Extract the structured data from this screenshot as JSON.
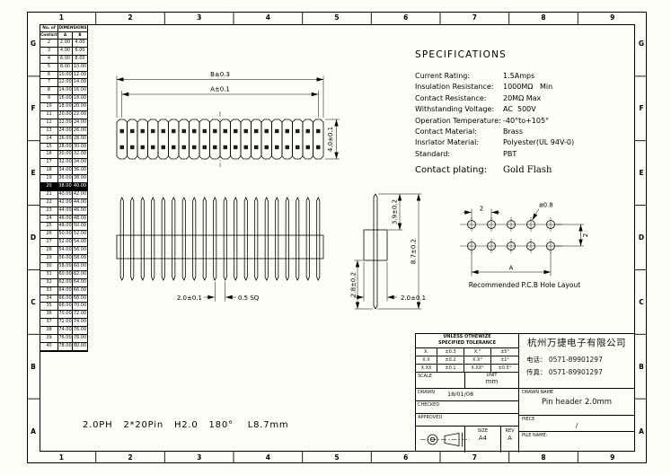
{
  "grid": {
    "columns": [
      "1",
      "2",
      "3",
      "4",
      "5",
      "6",
      "7",
      "8",
      "9"
    ],
    "rows": [
      "G",
      "F",
      "E",
      "D",
      "C",
      "B",
      "A"
    ]
  },
  "dim_table": {
    "header": {
      "col1_line1": "No. of",
      "col1_line2": "Contact",
      "span": "DIMENSIONS",
      "a": "A",
      "b": "B"
    },
    "highlighted_contact": "20",
    "rows": [
      [
        "2",
        "2.00",
        "4.00"
      ],
      [
        "3",
        "4.00",
        "6.00"
      ],
      [
        "4",
        "6.00",
        "8.00"
      ],
      [
        "5",
        "8.00",
        "10.00"
      ],
      [
        "6",
        "10.00",
        "12.00"
      ],
      [
        "7",
        "12.00",
        "14.00"
      ],
      [
        "8",
        "14.00",
        "16.00"
      ],
      [
        "9",
        "16.00",
        "18.00"
      ],
      [
        "10",
        "18.00",
        "20.00"
      ],
      [
        "11",
        "20.00",
        "22.00"
      ],
      [
        "12",
        "22.00",
        "24.00"
      ],
      [
        "13",
        "24.00",
        "26.00"
      ],
      [
        "14",
        "26.00",
        "28.00"
      ],
      [
        "15",
        "28.00",
        "30.00"
      ],
      [
        "16",
        "30.00",
        "32.00"
      ],
      [
        "17",
        "32.00",
        "34.00"
      ],
      [
        "18",
        "34.00",
        "36.00"
      ],
      [
        "19",
        "36.00",
        "38.00"
      ],
      [
        "20",
        "38.00",
        "40.00"
      ],
      [
        "21",
        "40.00",
        "42.00"
      ],
      [
        "22",
        "42.00",
        "44.00"
      ],
      [
        "23",
        "44.00",
        "46.00"
      ],
      [
        "24",
        "46.00",
        "48.00"
      ],
      [
        "25",
        "48.00",
        "50.00"
      ],
      [
        "26",
        "50.00",
        "52.00"
      ],
      [
        "27",
        "52.00",
        "54.00"
      ],
      [
        "28",
        "54.00",
        "56.00"
      ],
      [
        "29",
        "56.00",
        "58.00"
      ],
      [
        "30",
        "58.00",
        "60.00"
      ],
      [
        "31",
        "60.00",
        "62.00"
      ],
      [
        "32",
        "62.00",
        "64.00"
      ],
      [
        "33",
        "64.00",
        "66.00"
      ],
      [
        "34",
        "66.00",
        "68.00"
      ],
      [
        "35",
        "68.00",
        "70.00"
      ],
      [
        "36",
        "70.00",
        "72.00"
      ],
      [
        "37",
        "72.00",
        "74.00"
      ],
      [
        "38",
        "74.00",
        "76.00"
      ],
      [
        "39",
        "76.00",
        "78.00"
      ],
      [
        "40",
        "78.00",
        "80.00"
      ]
    ]
  },
  "specifications": {
    "title": "SPECIFICATIONS",
    "items": [
      {
        "label": "Current Rating:",
        "value": "1.5Amps"
      },
      {
        "label": "Insulation Resistance:",
        "value": "1000MΩ   Min"
      },
      {
        "label": "Contact Resistance:",
        "value": "20MΩ Max"
      },
      {
        "label": "Withstanding Voltage:",
        "value": "AC  500V"
      },
      {
        "label": "Operation Temperature:",
        "value": "-40°to+105°"
      },
      {
        "label": "Contact Material:",
        "value": "Brass"
      },
      {
        "label": "Insrlator Material:",
        "value": "Polyester(UL 94V-0)"
      },
      {
        "label": "Standard:",
        "value": "PBT"
      },
      {
        "label": "Contact plating:",
        "value": "Gold Flash"
      }
    ]
  },
  "drawing": {
    "dim_b": "B±0.3",
    "dim_a": "A±0.1",
    "dim_40": "4.0±0.1",
    "dim_39": "3.9±0.2",
    "dim_87": "8.7±0.2",
    "dim_28": "2.8±0.2",
    "dim_pitch": "2.0±0.1",
    "dim_sq": "0.5 SQ",
    "dim_body": "2.0±0.1",
    "pcb": {
      "dim_pitch_h": "2",
      "dim_pitch_v": "2",
      "dim_hole": "ø0.8",
      "dim_a": "A",
      "caption": "Recommended P.C.B Hole Layout"
    }
  },
  "title_block": {
    "tolerance_header_1": "UNLESS OTHEWIZE",
    "tolerance_header_2": "SPECIFIED TOLERANCE",
    "tol_rows": [
      [
        "X.",
        "±0.3",
        "X.°",
        "±5°"
      ],
      [
        "X.X",
        "±0.2",
        "X.X°",
        "±1°"
      ],
      [
        "X.XX",
        "±0.1",
        "X.XX°",
        "±0.5°"
      ]
    ],
    "scale_label": "SCALE",
    "unit_label": "UNIT",
    "unit_value": "mm",
    "drawn_label": "DRAWN",
    "drawn_value": "18/01/08",
    "checked_label": "CHECKED",
    "approved_label": "APPROVED",
    "size_label": "SIZE",
    "size_value": "A4",
    "rev_label": "REV",
    "rev_value": "A",
    "company": "杭州万捷电子有限公司",
    "phone": "电话： 0571-89901297",
    "fax": "传真： 0571-89901297",
    "name_label": "DRAWN  NAME",
    "part_name": "Pin  header 2.0mm",
    "piece_label": "PIECE",
    "piece_value": "/",
    "file_label": "PILE NAME:"
  },
  "footer_note": "2.0PH   2*20Pin   H2.0   180°    L8.7mm"
}
